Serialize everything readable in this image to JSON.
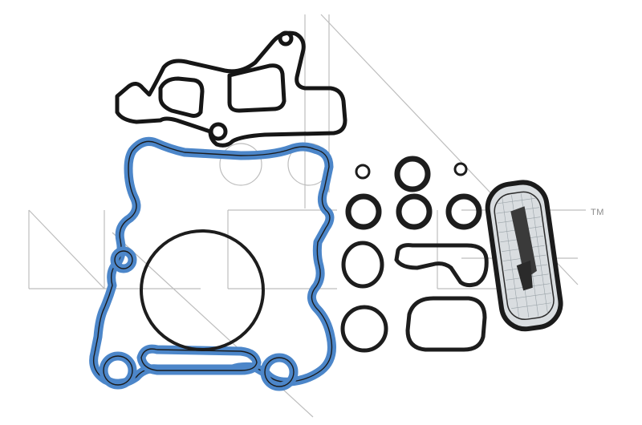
{
  "watermark": {
    "trademark": "TM"
  },
  "colors": {
    "background": "#ffffff",
    "gasket_blue": "#4c86c9",
    "rubber_black": "#1b1b1b",
    "watermark_gray": "#bdbdbd",
    "filter_mesh": "#d9dde0"
  },
  "product": {
    "parts": [
      "top-black-gasket",
      "large-blue-cover-gasket",
      "large-o-ring",
      "small-o-ring-left",
      "small-o-ring-right",
      "medium-o-ring-top",
      "medium-o-ring-left",
      "medium-o-ring-center",
      "medium-o-ring-right",
      "oval-seal",
      "race-track-seal",
      "lower-o-ring",
      "rounded-square-seal",
      "strainer-screen"
    ]
  }
}
